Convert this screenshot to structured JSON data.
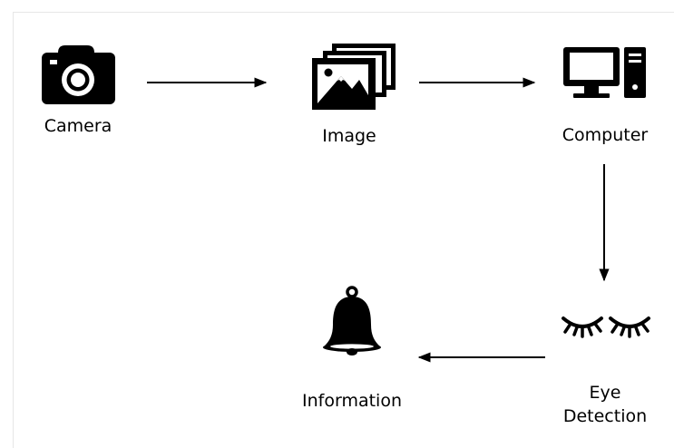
{
  "nodes": [
    {
      "id": "camera",
      "label": "Camera",
      "icon": "camera-icon"
    },
    {
      "id": "image",
      "label": "Image",
      "icon": "image-gallery-icon"
    },
    {
      "id": "computer",
      "label": "Computer",
      "icon": "computer-icon"
    },
    {
      "id": "eye-detection",
      "label_line1": "Eye",
      "label_line2": "Detection",
      "icon": "closed-eyes-icon"
    },
    {
      "id": "information",
      "label": "Information",
      "icon": "bell-icon"
    }
  ],
  "edges": [
    {
      "from": "camera",
      "to": "image"
    },
    {
      "from": "image",
      "to": "computer"
    },
    {
      "from": "computer",
      "to": "eye-detection"
    },
    {
      "from": "eye-detection",
      "to": "information"
    }
  ],
  "colors": {
    "ink": "#000000",
    "background": "#ffffff",
    "frame": "#e6e6e6"
  }
}
